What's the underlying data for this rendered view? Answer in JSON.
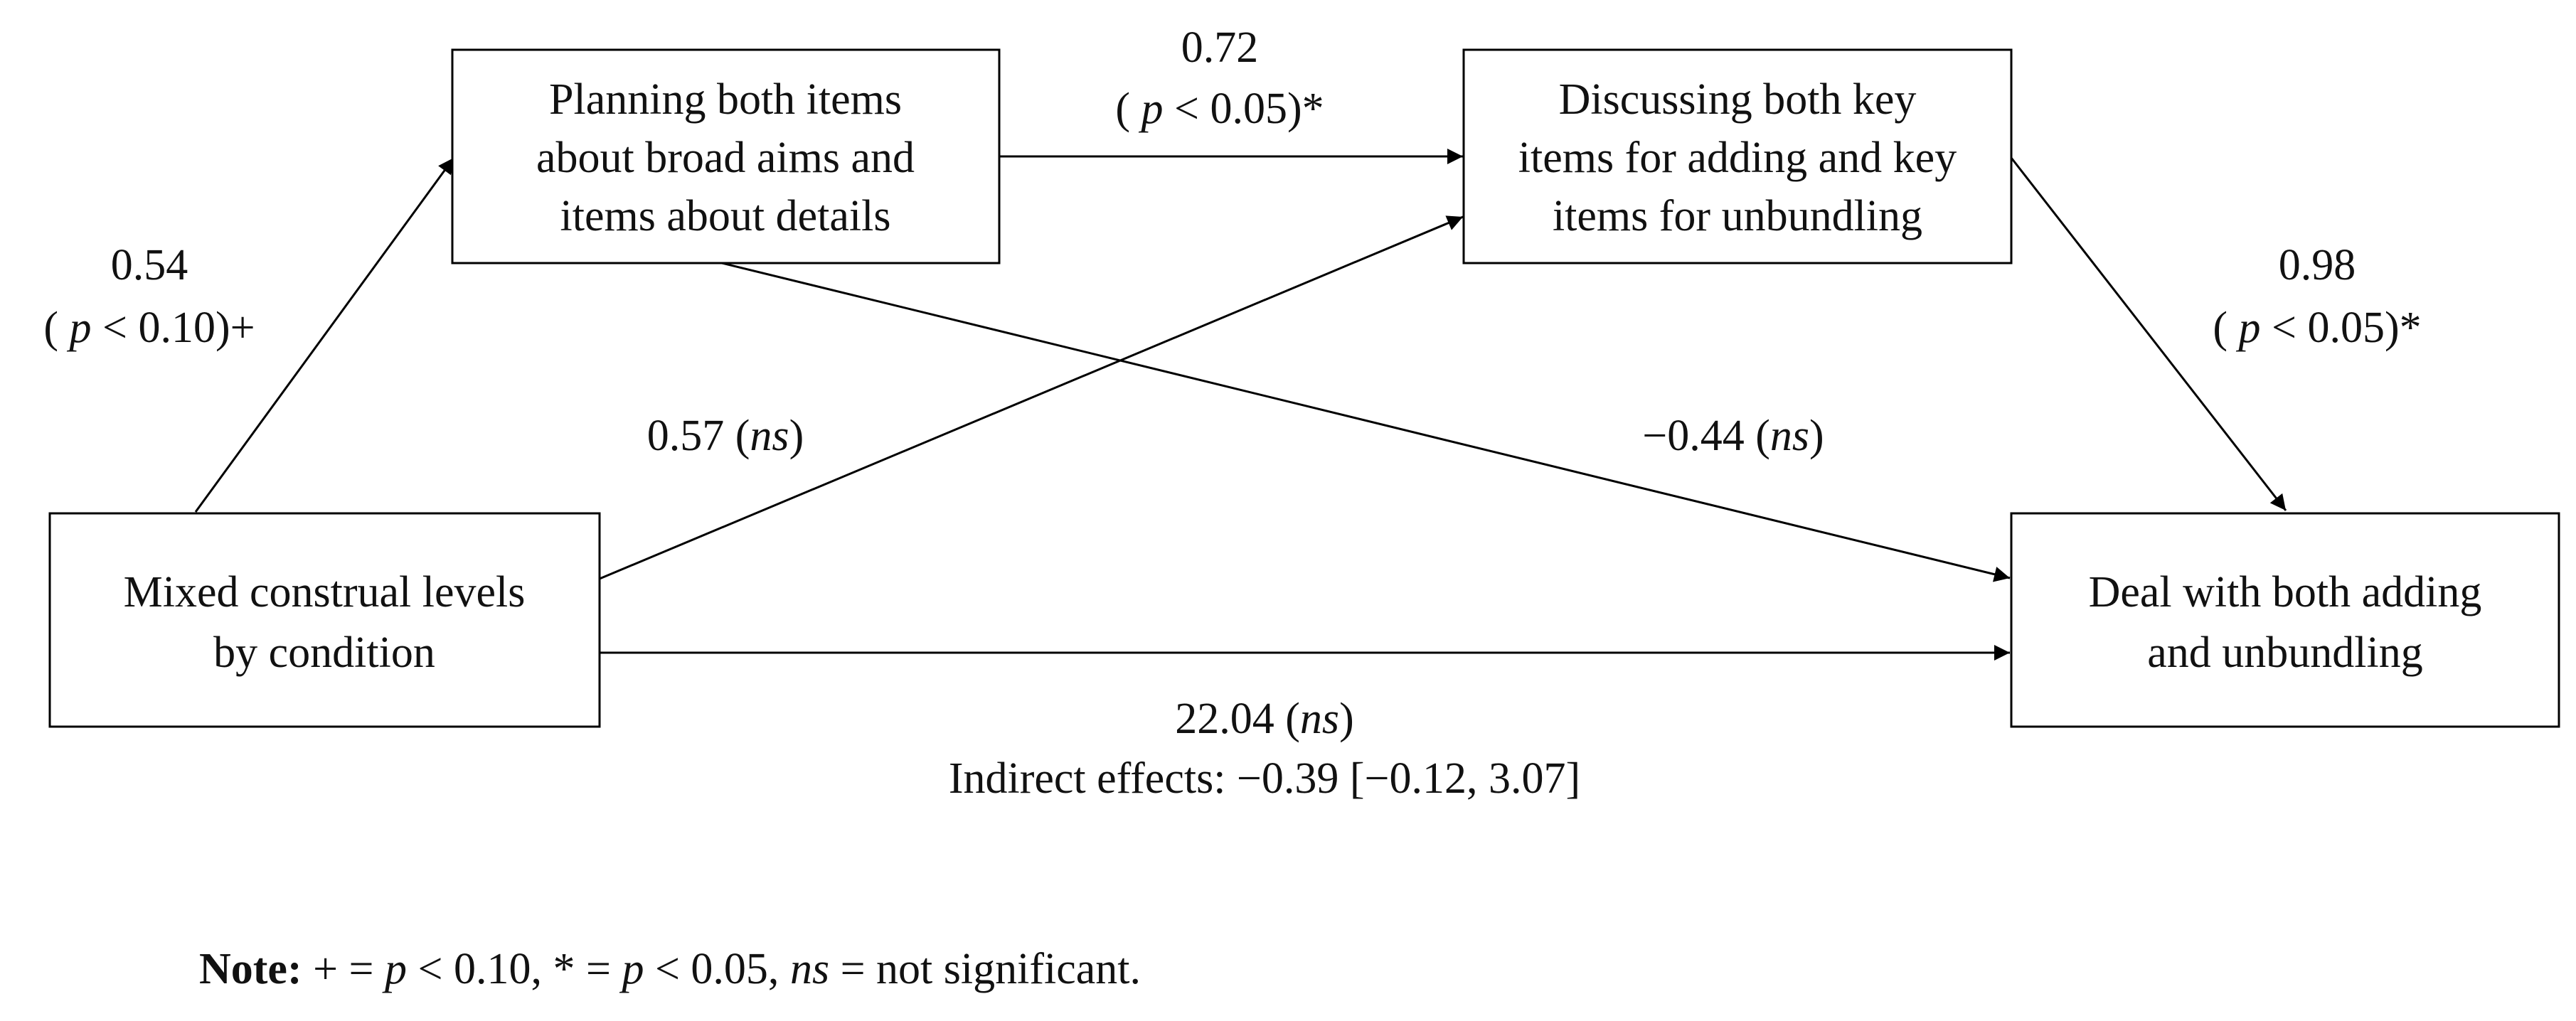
{
  "nodes": {
    "planning": {
      "lines": [
        "Planning both items",
        "about broad aims and",
        "items about details"
      ]
    },
    "discussing": {
      "lines": [
        "Discussing both key",
        "items for adding and key",
        "items for unbundling"
      ]
    },
    "mixed": {
      "lines": [
        "Mixed construal levels",
        "by condition"
      ]
    },
    "deal": {
      "lines": [
        "Deal with both adding",
        "and unbundling"
      ]
    }
  },
  "edges": {
    "mixed_to_planning": {
      "coef": "0.54",
      "p_open": "( ",
      "p_var": "p",
      "p_rest": " < 0.10)+"
    },
    "planning_to_discussing": {
      "coef": "0.72",
      "p_open": "( ",
      "p_var": "p",
      "p_rest": " < 0.05)*"
    },
    "discussing_to_deal": {
      "coef": "0.98",
      "p_open": "( ",
      "p_var": "p",
      "p_rest": " < 0.05)*"
    },
    "mixed_to_discussing": {
      "value": "0.57 (",
      "ns": "ns",
      "close": ")"
    },
    "planning_to_deal": {
      "value": "−0.44 (",
      "ns": "ns",
      "close": ")"
    },
    "mixed_to_deal": {
      "value": "22.04 (",
      "ns": "ns",
      "close": ")"
    }
  },
  "indirect_effects": "Indirect effects: −0.39 [−0.12, 3.07]",
  "note": {
    "label": "Note:",
    "part1": " + = ",
    "p1": "p",
    "part2": " < 0.10, * = ",
    "p2": "p",
    "part3": " < 0.05, ",
    "ns": "ns",
    "part4": " = not significant."
  }
}
